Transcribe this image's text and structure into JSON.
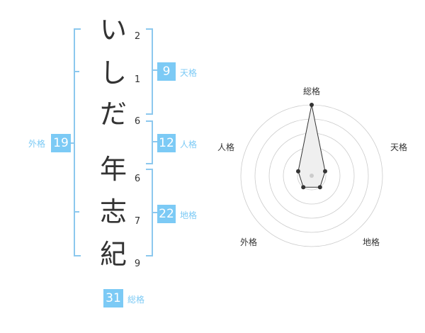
{
  "name_chars": [
    {
      "char": "い",
      "strokes": "2"
    },
    {
      "char": "し",
      "strokes": "1"
    },
    {
      "char": "だ",
      "strokes": "6"
    },
    {
      "char": "年",
      "strokes": "6"
    },
    {
      "char": "志",
      "strokes": "7"
    },
    {
      "char": "紀",
      "strokes": "9"
    }
  ],
  "kakusu": {
    "tenkaku": {
      "label": "天格",
      "value": "9"
    },
    "jinkaku": {
      "label": "人格",
      "value": "12"
    },
    "chikaku": {
      "label": "地格",
      "value": "22"
    },
    "gaikaku": {
      "label": "外格",
      "value": "19"
    },
    "soukaku": {
      "label": "総格",
      "value": "31"
    }
  },
  "chart_data": {
    "type": "radar",
    "axes": [
      "総格",
      "天格",
      "地格",
      "外格",
      "人格"
    ],
    "values": [
      5,
      1,
      1,
      1,
      1
    ],
    "rings": 5,
    "max": 5
  },
  "colors": {
    "accent": "#7ccaf5",
    "bracket": "#8cc8ee",
    "text": "#333333",
    "grid": "#cccccc"
  }
}
